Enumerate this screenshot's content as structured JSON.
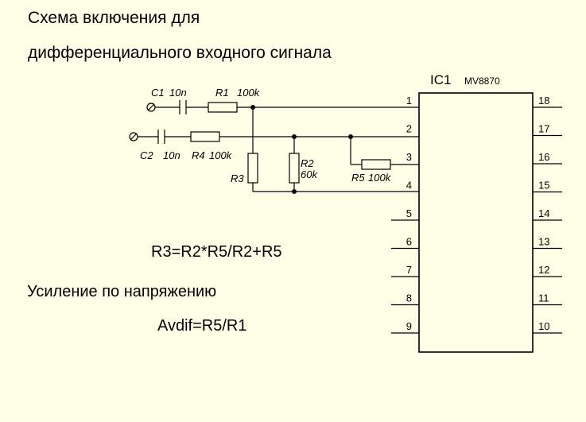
{
  "title": {
    "line1": "Схема включения для",
    "line2": "дифференциального входного сигнала"
  },
  "chip": {
    "ref": "IC1",
    "part": "MV8870",
    "pins_left": [
      "1",
      "2",
      "3",
      "4",
      "5",
      "6",
      "7",
      "8",
      "9"
    ],
    "pins_right": [
      "18",
      "17",
      "16",
      "15",
      "14",
      "13",
      "12",
      "11",
      "10"
    ]
  },
  "components": {
    "c1": {
      "ref": "C1",
      "value": "10n"
    },
    "r1": {
      "ref": "R1",
      "value": "100k"
    },
    "c2": {
      "ref": "C2",
      "value": "10n"
    },
    "r4": {
      "ref": "R4",
      "value": "100k"
    },
    "r3": {
      "ref": "R3"
    },
    "r2": {
      "ref": "R2",
      "value": "60k"
    },
    "r5": {
      "ref": "R5",
      "value": "100k"
    }
  },
  "formulas": {
    "r3": "R3=R2*R5/R2+R5",
    "gain_label": "Усиление по напряжению",
    "gain": "Avdif=R5/R1"
  }
}
